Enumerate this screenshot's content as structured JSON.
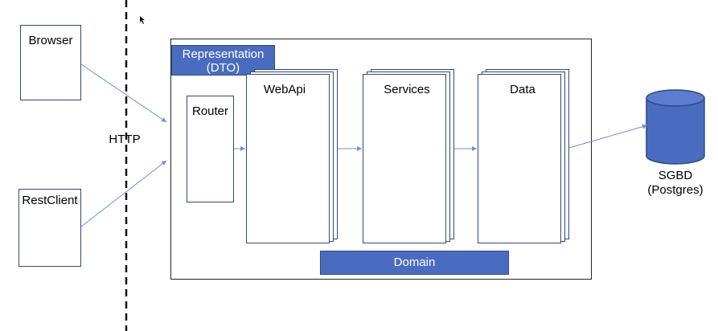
{
  "clients": {
    "browser": "Browser",
    "rest_client": "RestClient"
  },
  "protocol": "HTTP",
  "system": {
    "representation_line1": "Representation",
    "representation_line2": "(DTO)",
    "router": "Router",
    "webapi": "WebApi",
    "services": "Services",
    "data": "Data",
    "domain": "Domain"
  },
  "database": {
    "line1": "SGBD",
    "line2": "(Postgres)"
  },
  "colors": {
    "accent": "#4a6cc0",
    "border": "#2f4a7a",
    "arrow": "#6f8fd0",
    "db_fill": "#4a6cc0"
  }
}
